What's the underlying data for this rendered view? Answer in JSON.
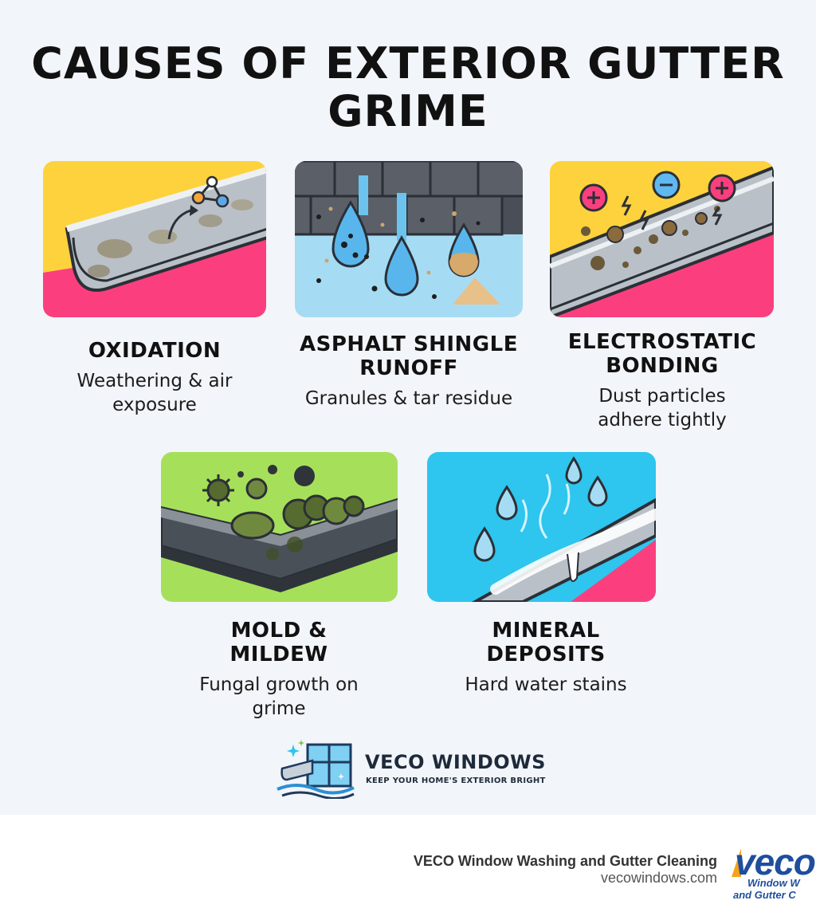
{
  "title": "CAUSES OF EXTERIOR GUTTER GRIME",
  "causes": [
    {
      "heading": "OXIDATION",
      "description": "Weathering & air exposure",
      "illustration": "oxidized-gutter-icon"
    },
    {
      "heading": "ASPHALT SHINGLE RUNOFF",
      "description": "Granules & tar residue",
      "illustration": "shingle-runoff-icon"
    },
    {
      "heading": "ELECTROSTATIC BONDING",
      "description": "Dust particles adhere tightly",
      "illustration": "static-charge-icon"
    },
    {
      "heading": "MOLD & MILDEW",
      "description": "Fungal growth on grime",
      "illustration": "mold-spores-icon"
    },
    {
      "heading": "MINERAL DEPOSITS",
      "description": "Hard water stains",
      "illustration": "mineral-stain-icon"
    }
  ],
  "brand": {
    "name": "VECO WINDOWS",
    "tagline": "KEEP YOUR HOME'S EXTERIOR BRIGHT"
  },
  "footer": {
    "company": "VECO Window Washing and Gutter Cleaning",
    "url": "vecowindows.com",
    "logo_text": "veco",
    "logo_line1": "Window W",
    "logo_line2": "and Gutter C"
  },
  "colors": {
    "yellow": "#fdd23c",
    "pink": "#fb3f7e",
    "lime": "#a6e05a",
    "cyan": "#2ec5ee",
    "sky": "#a5dcf3",
    "gutter_gray": "#b9c0c7",
    "outline": "#2b2f36",
    "brand_blue": "#1f4e9e"
  }
}
